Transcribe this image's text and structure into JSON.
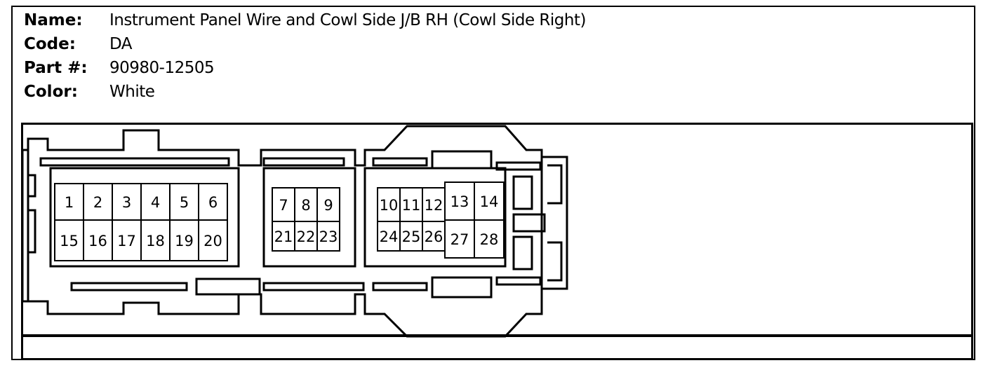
{
  "header": {
    "name_label": "Name:",
    "name_value": "Instrument Panel Wire and Cowl Side J/B RH (Cowl Side Right)",
    "code_label": "Code:",
    "code_value": "DA",
    "part_label": "Part #:",
    "part_value": "90980-12505",
    "color_label": "Color:",
    "color_value": "White"
  },
  "connector": {
    "pins": [
      "1",
      "2",
      "3",
      "4",
      "5",
      "6",
      "7",
      "8",
      "9",
      "10",
      "11",
      "12",
      "13",
      "14",
      "15",
      "16",
      "17",
      "18",
      "19",
      "20",
      "21",
      "22",
      "23",
      "24",
      "25",
      "26",
      "27",
      "28"
    ]
  }
}
